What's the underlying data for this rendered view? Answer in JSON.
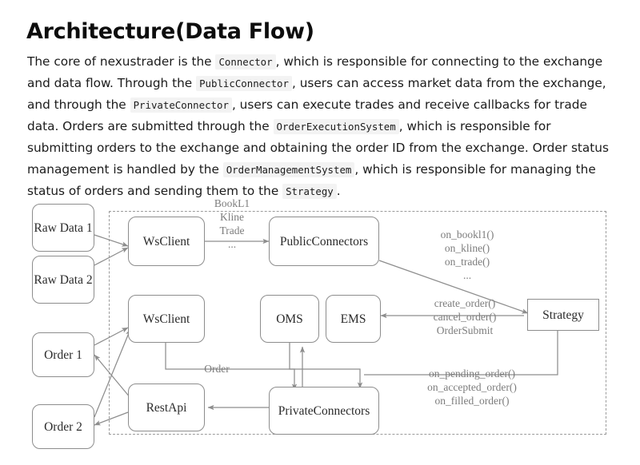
{
  "page": {
    "title": "Architecture(Data Flow)"
  },
  "body_text": {
    "seg1": "The core of nexustrader is the ",
    "code1": "Connector",
    "seg2": ", which is responsible for connecting to the exchange and data flow. Through the ",
    "code2": "PublicConnector",
    "seg3": ", users can access market data from the exchange, and through the ",
    "code3": "PrivateConnector",
    "seg4": ", users can execute trades and receive callbacks for trade data. Orders are submitted through the ",
    "code4": "OrderExecutionSystem",
    "seg5": ", which is responsible for submitting orders to the exchange and obtaining the order ID from the exchange. Order status management is handled by the ",
    "code5": "OrderManagementSystem",
    "seg6": ", which is responsible for managing the status of orders and sending them to the ",
    "code6": "Strategy",
    "seg7": "."
  },
  "diagram": {
    "nodes": {
      "raw_data_1": "Raw\nData 1",
      "raw_data_2": "Raw\nData 2",
      "order_1": "Order 1",
      "order_2": "Order 2",
      "ws_client_top": "WsClient",
      "ws_client_bottom": "WsClient",
      "rest_api": "RestApi",
      "public_connectors": "PublicConnectors",
      "private_connectors": "PrivateConnectors",
      "oms": "OMS",
      "ems": "EMS",
      "strategy": "Strategy"
    },
    "edge_labels": {
      "market_stream": "BookL1\nKline\nTrade\n...",
      "strategy_callbacks": "on_bookl1()\non_kline()\non_trade()\n...",
      "order_actions": "create_order()\ncancel_order()\nOrderSubmit",
      "order": "Order",
      "order_callbacks": "on_pending_order()\non_accepted_order()\non_filled_order()"
    },
    "colors": {
      "box_border": "#8d8d8d",
      "arrow": "#8d8d8d",
      "label_text": "#7c7c7c",
      "node_text": "#2b2b2b",
      "region_border": "#9a9a9a"
    }
  }
}
